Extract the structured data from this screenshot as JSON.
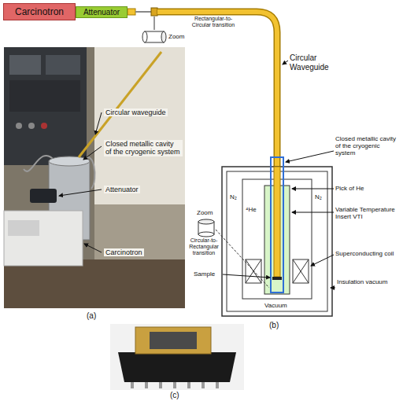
{
  "diagram": {
    "nodes": [
      {
        "text": [
          "Carcinotron"
        ]
      },
      {
        "text": [
          "Attenuator"
        ]
      }
    ],
    "labels": [
      "Rectangular-to-Circular transition",
      "Zoom",
      "Circular Waveguide",
      "Circular waveguide",
      "Closed metallic cavity of the cryogenic system",
      "Attenuator",
      "Carcinotron",
      "Closed metallic cavity of the cryogenic system",
      "Pick of He",
      "N₂",
      "N₂",
      "⁴He",
      "Variable Temperature Insert VTI",
      "Zoom",
      "Circular-to-Rectangular transition",
      "Sample",
      "Superconducting coil",
      "Insulation vacuum",
      "Vacuum",
      "(a)",
      "(b)",
      "(c)"
    ]
  }
}
